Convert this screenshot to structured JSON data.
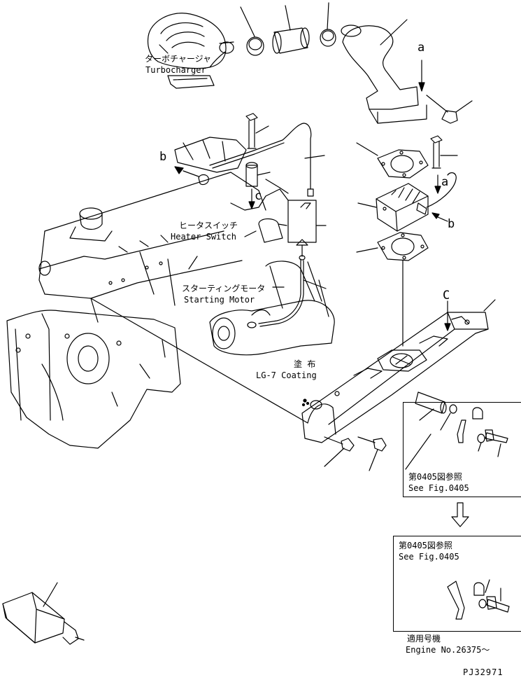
{
  "labels": {
    "turbocharger_jp": "ターボチャージャ",
    "turbocharger_en": "Turbocharger",
    "heater_switch_jp": "ヒータスイッチ",
    "heater_switch_en": "Heater Switch",
    "starting_motor_jp": "スターティングモータ",
    "starting_motor_en": "Starting Motor",
    "coating_jp": "塗 布",
    "coating_en": "LG-7 Coating"
  },
  "callouts": {
    "a_top": "a",
    "a_mid": "a",
    "b_left": "b",
    "b_right": "b",
    "c_mid": "c",
    "c_right": "C"
  },
  "ref_box_1": {
    "jp": "第0405図参照",
    "en": "See Fig.0405"
  },
  "ref_box_2": {
    "jp": "第0405図参照",
    "en": "See Fig.0405"
  },
  "applicability": {
    "jp": "適用号機",
    "en": "Engine No.26375～"
  },
  "drawing_number": "PJ32971",
  "colors": {
    "line": "#000000",
    "background": "#ffffff"
  }
}
